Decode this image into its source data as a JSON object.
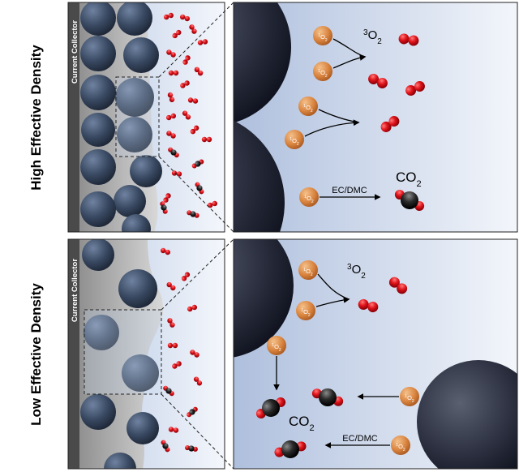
{
  "rows": [
    {
      "row_label": "High Effective Density",
      "collector_label": "Current Collector",
      "singlet_label": "1O2",
      "triplet": {
        "sup": "3",
        "base": "O",
        "sub": "2"
      },
      "co2": {
        "base": "CO",
        "sub": "2"
      },
      "ecdmc": "EC/DMC"
    },
    {
      "row_label": "Low Effective Density",
      "collector_label": "Current Collector",
      "singlet_label": "1O2",
      "triplet": {
        "sup": "3",
        "base": "O",
        "sub": "2"
      },
      "co2": {
        "base": "CO",
        "sub": "2"
      },
      "ecdmc": "EC/DMC"
    }
  ],
  "colors": {
    "particle": "#3a4a63",
    "singlet": "#d98a44",
    "oxygen_atom": "#e0141b",
    "carbon_atom": "#1e1e1e",
    "collector": "#4a4a4a",
    "electrolyte": "#c4d3ea"
  }
}
